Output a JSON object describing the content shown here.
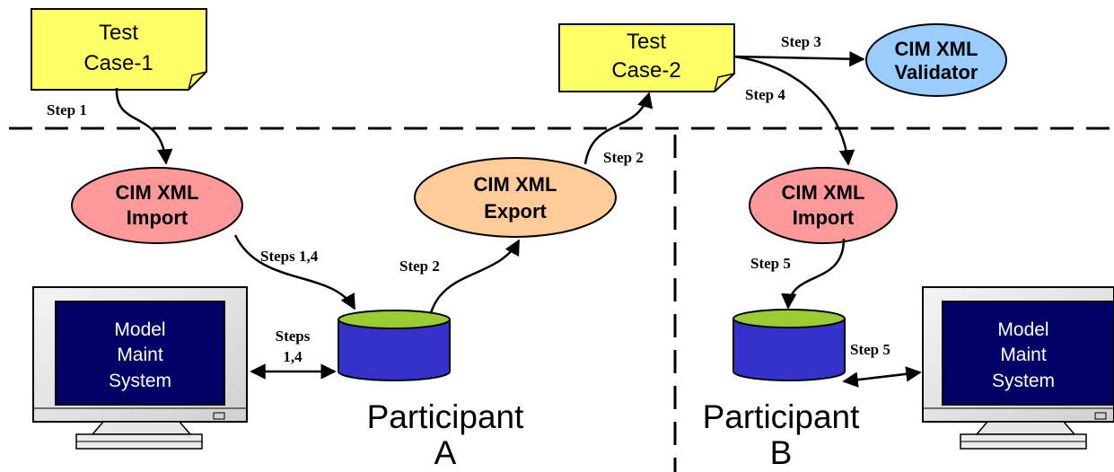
{
  "notes": {
    "test_case_1": [
      "Test",
      "Case-1"
    ],
    "test_case_2": [
      "Test",
      "Case-2"
    ]
  },
  "nodes": {
    "validator": [
      "CIM XML",
      "Validator"
    ],
    "import_a": [
      "CIM XML",
      "Import"
    ],
    "export_a": [
      "CIM XML",
      "Export"
    ],
    "import_b": [
      "CIM XML",
      "Import"
    ]
  },
  "steps": {
    "step1": "Step 1",
    "step2_top": "Step 2",
    "step3": "Step 3",
    "step4": "Step 4",
    "steps14_import": "Steps 1,4",
    "step2_db": "Step 2",
    "steps14_monitor": [
      "Steps",
      "1,4"
    ],
    "step5_import": "Step 5",
    "step5_monitor": "Step 5"
  },
  "monitors": {
    "a": [
      "Model",
      "Maint",
      "System"
    ],
    "b": [
      "Model",
      "Maint",
      "System"
    ]
  },
  "participants": {
    "a": [
      "Participant",
      "A"
    ],
    "b": [
      "Participant",
      "B"
    ]
  },
  "colors": {
    "note": "#ffff66",
    "validator": "#99ccff",
    "import": "#ff9999",
    "export": "#ffcc99",
    "db_body": "#3333cc",
    "db_top": "#99cc33",
    "screen": "#000066"
  }
}
